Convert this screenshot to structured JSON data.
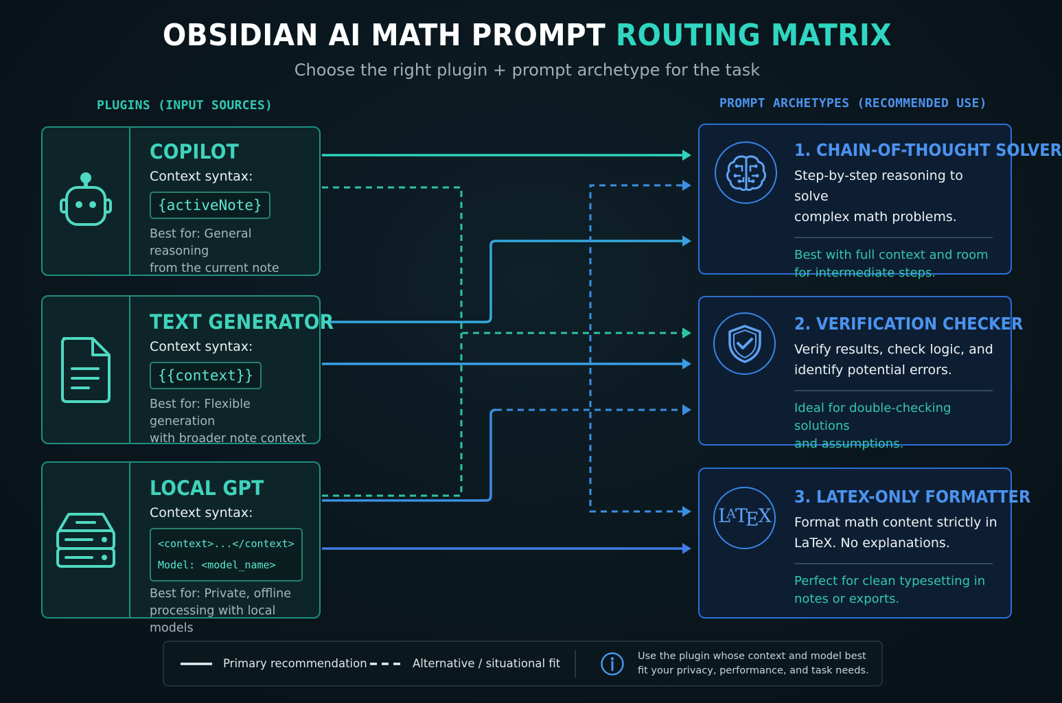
{
  "header": {
    "title_main": "OBSIDIAN AI MATH PROMPT ",
    "title_accent": "ROUTING MATRIX",
    "subtitle": "Choose the right plugin + prompt archetype for the task"
  },
  "columns": {
    "left_header": "PLUGINS (INPUT SOURCES)",
    "right_header": "PROMPT ARCHETYPES (RECOMMENDED USE)"
  },
  "plugins": [
    {
      "name": "COPILOT",
      "icon": "robot-icon",
      "context_label": "Context syntax:",
      "code": "{activeNote}",
      "best_line1": "Best for: General reasoning",
      "best_line2": "from the current note"
    },
    {
      "name": "TEXT GENERATOR",
      "icon": "document-icon",
      "context_label": "Context syntax:",
      "code": "{{context}}",
      "best_line1": "Best for: Flexible generation",
      "best_line2": "with broader note context"
    },
    {
      "name": "LOCAL GPT",
      "icon": "server-icon",
      "context_label": "Context syntax:",
      "code_line1": "<context>...</context>",
      "code_line2": "Model: <model_name>",
      "best_line1": "Best for: Private, offline",
      "best_line2": "processing with local models"
    }
  ],
  "archetypes": [
    {
      "name": "1. CHAIN-OF-THOUGHT SOLVER",
      "icon": "brain-icon",
      "desc_line1": "Step-by-step reasoning to solve",
      "desc_line2": "complex math problems.",
      "note_line1": "Best with full context and room",
      "note_line2": "for intermediate steps."
    },
    {
      "name": "2. VERIFICATION CHECKER",
      "icon": "shield-check-icon",
      "desc_line1": "Verify results, check logic, and",
      "desc_line2": "identify potential errors.",
      "note_line1": "Ideal for double-checking solutions",
      "note_line2": "and assumptions."
    },
    {
      "name": "3. LATEX-ONLY FORMATTER",
      "icon": "latex-icon",
      "icon_text": "LATEX",
      "desc_line1": "Format math content strictly in",
      "desc_line2": "LaTeX. No explanations.",
      "note_line1": "Perfect for clean typesetting in",
      "note_line2": "notes or exports."
    }
  ],
  "routes": [
    {
      "from": "COPILOT",
      "to": "1. CHAIN-OF-THOUGHT SOLVER",
      "style": "primary"
    },
    {
      "from": "COPILOT",
      "to": "2. VERIFICATION CHECKER",
      "style": "alternative"
    },
    {
      "from": "TEXT GENERATOR",
      "to": "1. CHAIN-OF-THOUGHT SOLVER",
      "style": "primary"
    },
    {
      "from": "TEXT GENERATOR",
      "to": "2. VERIFICATION CHECKER",
      "style": "primary"
    },
    {
      "from": "LOCAL GPT",
      "to": "2. VERIFICATION CHECKER",
      "style": "alternative"
    },
    {
      "from": "LOCAL GPT",
      "to": "3. LATEX-ONLY FORMATTER",
      "style": "primary"
    },
    {
      "from": "LOCAL GPT",
      "to": "1. CHAIN-OF-THOUGHT SOLVER",
      "style": "alternative"
    },
    {
      "from": "LOCAL GPT",
      "to": "3. LATEX-ONLY FORMATTER",
      "style": "alternative"
    }
  ],
  "legend": {
    "primary_label": "Primary recommendation",
    "alternative_label": "Alternative / situational fit",
    "info_icon": "info-icon",
    "info_line1": "Use the plugin whose context and model best",
    "info_line2": "fit your privacy, performance, and task needs."
  },
  "colors": {
    "teal": "#2fd6c1",
    "blue": "#4c93ee",
    "background": "#0a161d"
  }
}
